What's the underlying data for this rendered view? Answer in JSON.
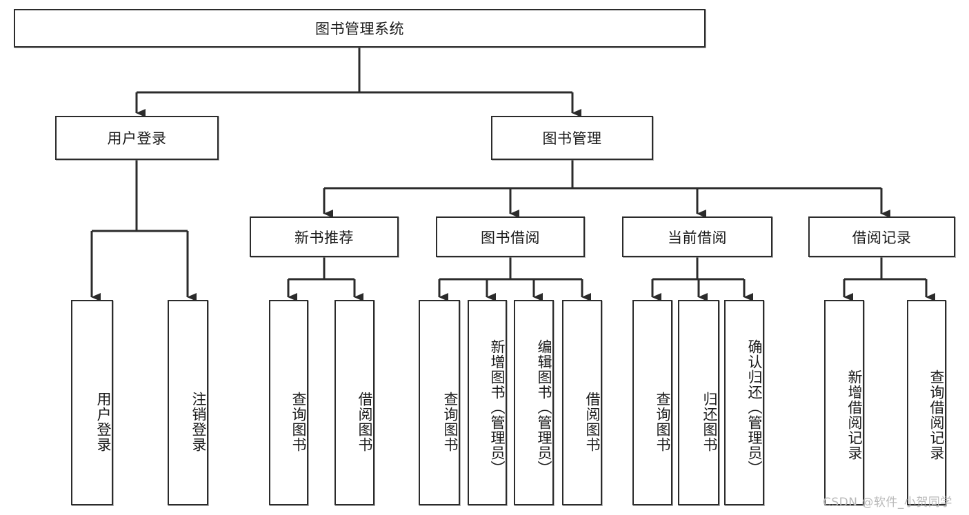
{
  "diagram": {
    "type": "hierarchy-tree",
    "title": "图书管理系统",
    "watermark": "CSDN @软件_小贺同学",
    "colors": {
      "stroke": "#2b2b2b",
      "fill": "#ffffff",
      "text": "#1a1a1a",
      "watermark": "#b9b9b9"
    },
    "root": {
      "label": "图书管理系统",
      "orientation": "horizontal"
    },
    "level1": [
      {
        "id": "user-login",
        "label": "用户登录",
        "orientation": "horizontal"
      },
      {
        "id": "book-management",
        "label": "图书管理",
        "orientation": "horizontal"
      }
    ],
    "level2": [
      {
        "id": "new-book-recommend",
        "label": "新书推荐",
        "orientation": "horizontal",
        "parent": "book-management"
      },
      {
        "id": "book-borrow",
        "label": "图书借阅",
        "orientation": "horizontal",
        "parent": "book-management"
      },
      {
        "id": "current-borrow",
        "label": "当前借阅",
        "orientation": "horizontal",
        "parent": "book-management"
      },
      {
        "id": "borrow-record",
        "label": "借阅记录",
        "orientation": "horizontal",
        "parent": "book-management"
      }
    ],
    "leaves": {
      "user_login": [
        {
          "id": "leaf-user-login",
          "label": "用户登录",
          "orientation": "vertical"
        },
        {
          "id": "leaf-logout",
          "label": "注销登录",
          "orientation": "vertical"
        }
      ],
      "new_book_recommend": [
        {
          "id": "leaf-query-book-1",
          "label": "查询图书",
          "orientation": "vertical"
        },
        {
          "id": "leaf-borrow-book-1",
          "label": "借阅图书",
          "orientation": "vertical"
        }
      ],
      "book_borrow": [
        {
          "id": "leaf-query-book-2",
          "label": "查询图书",
          "orientation": "vertical"
        },
        {
          "id": "leaf-add-book",
          "label": "新增图书（管理员）",
          "orientation": "vertical"
        },
        {
          "id": "leaf-edit-book",
          "label": "编辑图书（管理员）",
          "orientation": "vertical"
        },
        {
          "id": "leaf-borrow-book-2",
          "label": "借阅图书",
          "orientation": "vertical"
        }
      ],
      "current_borrow": [
        {
          "id": "leaf-query-book-3",
          "label": "查询图书",
          "orientation": "vertical"
        },
        {
          "id": "leaf-return-book",
          "label": "归还图书",
          "orientation": "vertical"
        },
        {
          "id": "leaf-confirm-return",
          "label": "确认归还（管理员）",
          "orientation": "vertical"
        }
      ],
      "borrow_record": [
        {
          "id": "leaf-add-record",
          "label": "新增借阅记录",
          "orientation": "vertical"
        },
        {
          "id": "leaf-query-record",
          "label": "查询借阅记录",
          "orientation": "vertical"
        }
      ]
    }
  }
}
